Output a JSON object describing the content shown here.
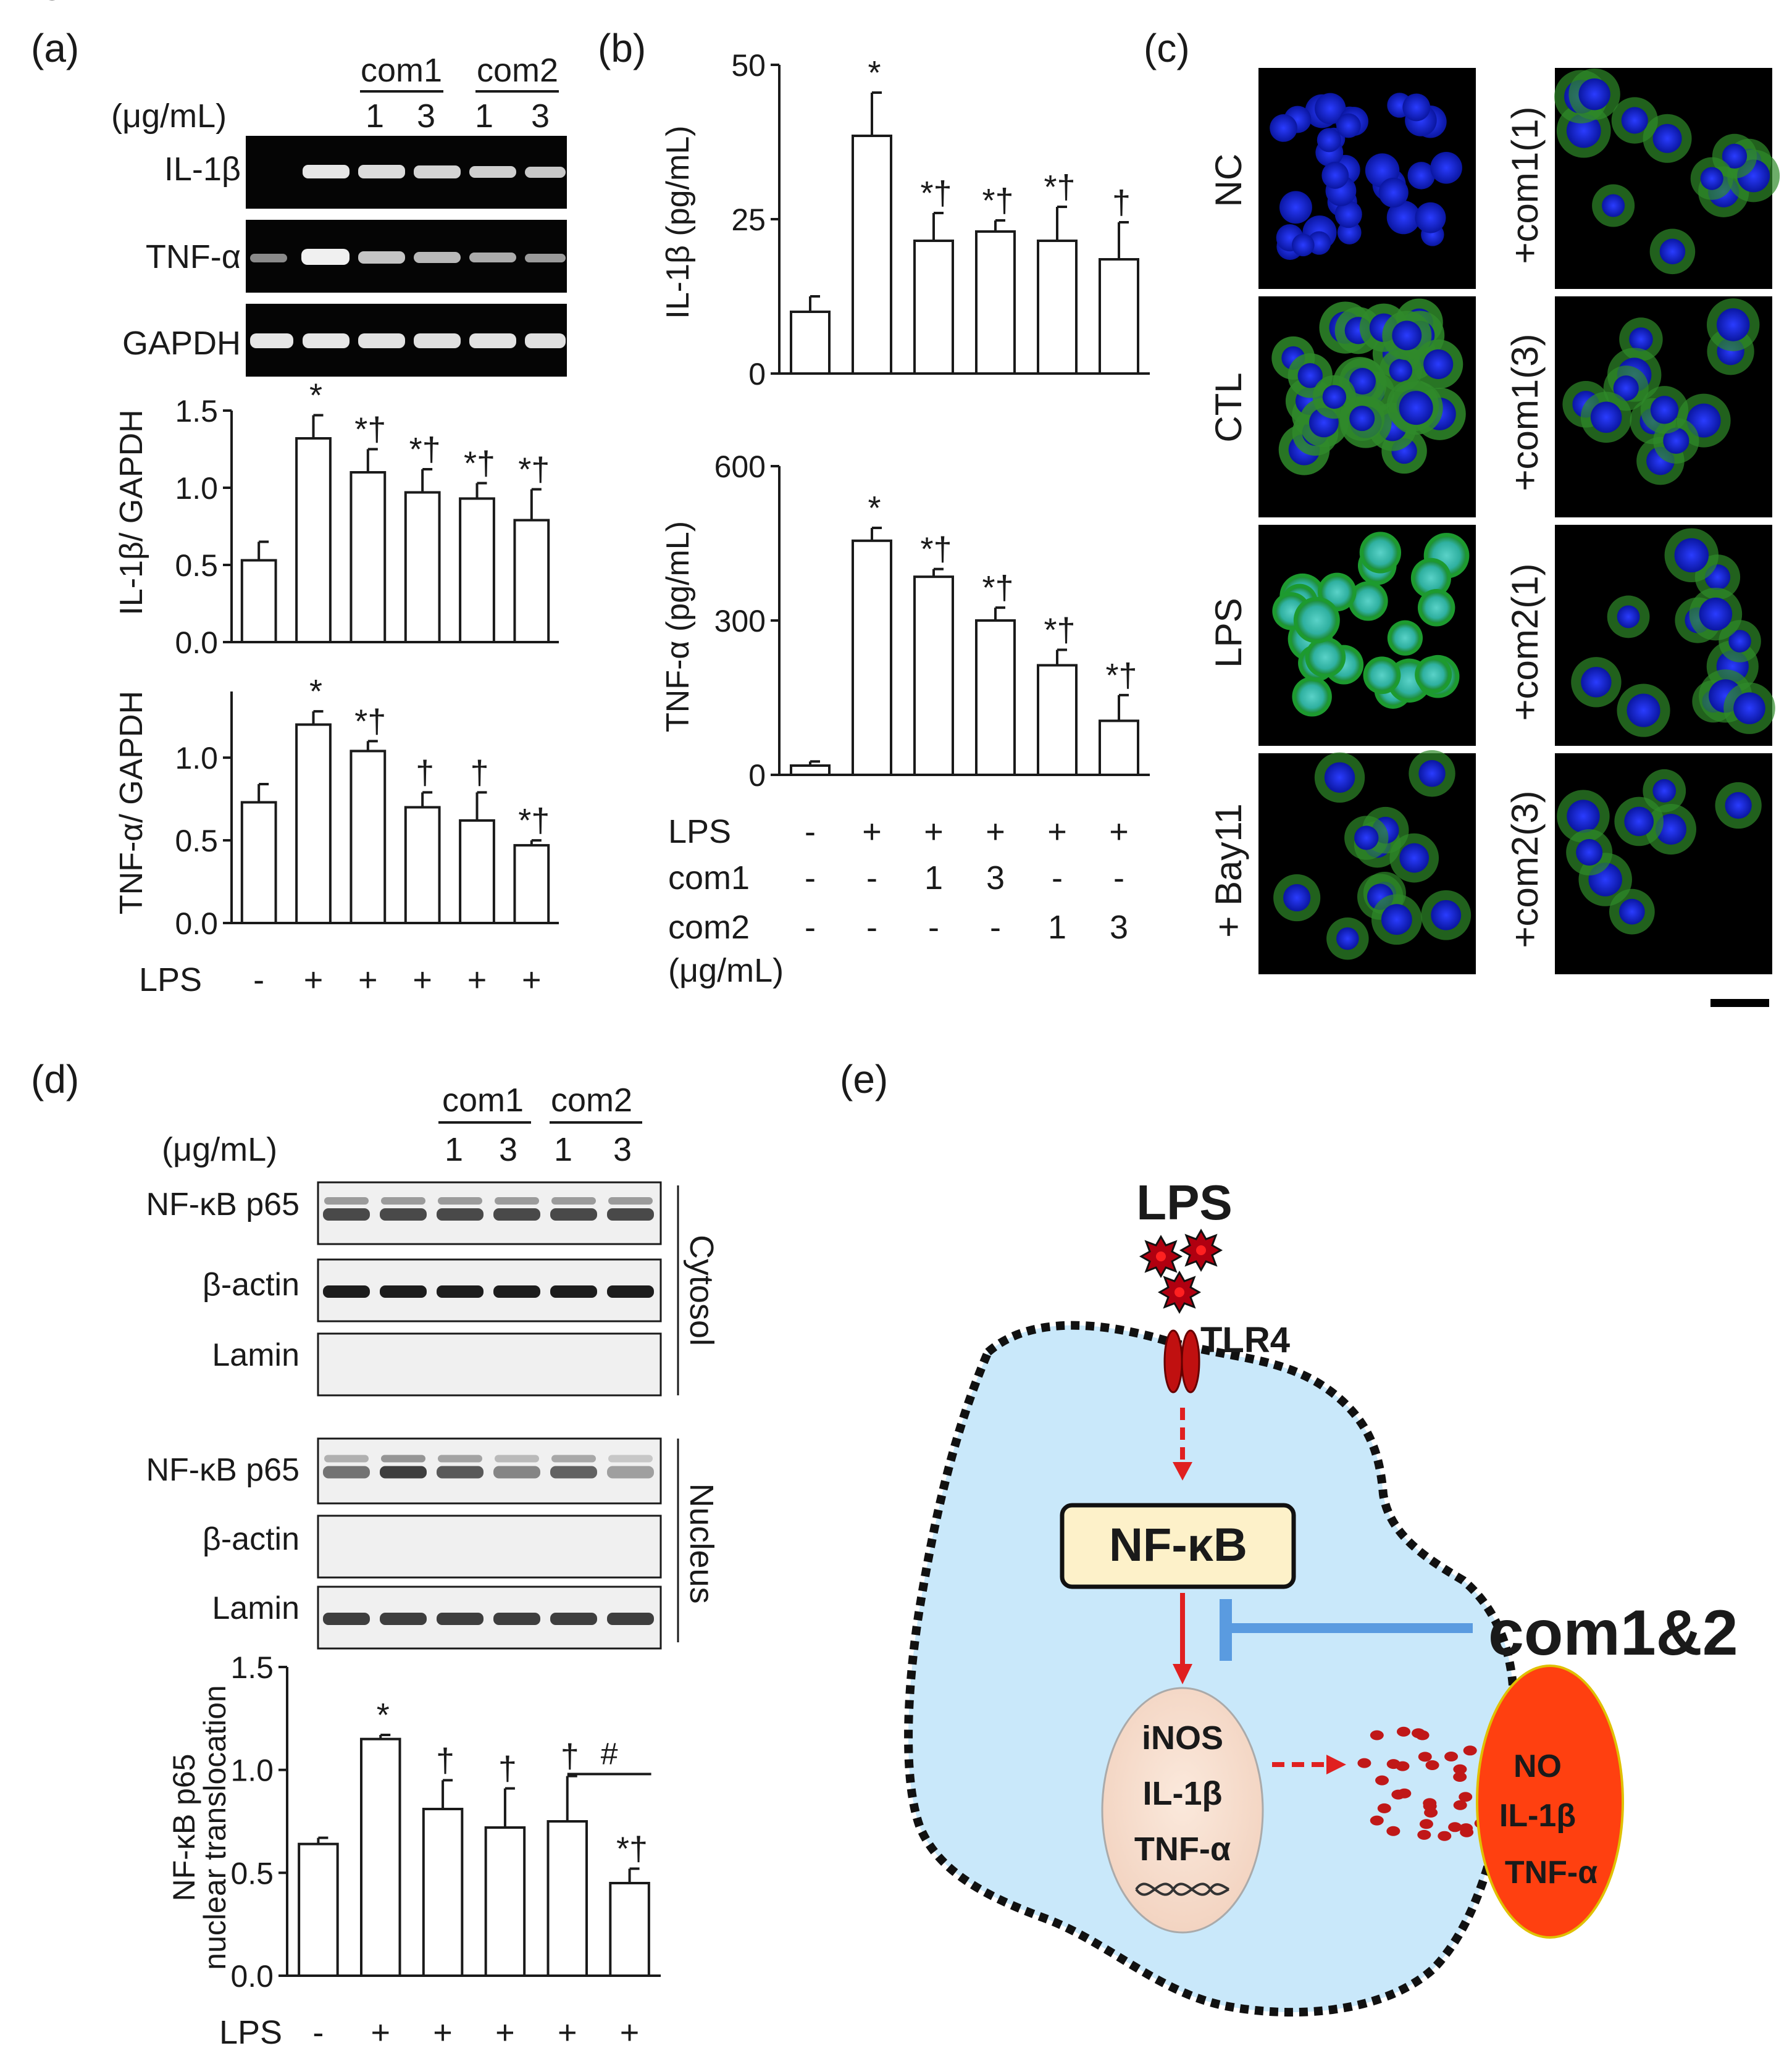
{
  "panels": {
    "a": {
      "label": "(a)",
      "group_labels": [
        "com1",
        "com2"
      ],
      "conc_unit": "(μg/mL)",
      "conc_values": [
        "1",
        "3",
        "1",
        "3"
      ],
      "gel_rows": [
        "IL-1β",
        "TNF-α",
        "GAPDH"
      ]
    },
    "b": {
      "label": "(b)"
    },
    "c": {
      "label": "(c)",
      "left_labels": [
        "NC",
        "CTL",
        "LPS",
        "+ Bay11"
      ],
      "right_labels": [
        "+com1(1)",
        "+com1(3)",
        "+com2(1)",
        "+com2(3)"
      ]
    },
    "d": {
      "label": "(d)",
      "group_labels": [
        "com1",
        "com2"
      ],
      "conc_unit": "(μg/mL)",
      "conc_values": [
        "1",
        "3",
        "1",
        "3"
      ],
      "blot_rows_cytosol": [
        "NF-κB p65",
        "β-actin",
        "Lamin"
      ],
      "blot_rows_nucleus": [
        "NF-κB p65",
        "β-actin",
        "Lamin"
      ],
      "fraction_labels": [
        "Cytosol",
        "Nucleus"
      ]
    },
    "e": {
      "label": "(e)",
      "lps": "LPS",
      "receptor": "TLR4",
      "nfkb": "NF-κB",
      "inhibitor": "com1&2",
      "nucleus_genes": [
        "iNOS",
        "IL-1β",
        "TNF-α"
      ],
      "secreted": [
        "NO",
        "IL-1β",
        "TNF-α"
      ]
    }
  },
  "chart_data": [
    {
      "id": "a_il1b",
      "type": "bar",
      "ylabel": "IL-1β/ GAPDH",
      "ylim": [
        0,
        1.5
      ],
      "yticks": [
        "0.0",
        "0.5",
        "1.0",
        "1.5"
      ],
      "values": [
        0.53,
        1.32,
        1.1,
        0.97,
        0.93,
        0.79
      ],
      "errors": [
        0.12,
        0.15,
        0.15,
        0.15,
        0.1,
        0.2
      ],
      "sig": [
        "",
        "*",
        "*†",
        "*†",
        "*†",
        "*†"
      ],
      "treatment_rows": [
        {
          "label": "LPS",
          "values": [
            "-",
            "+",
            "+",
            "+",
            "+",
            "+"
          ]
        }
      ]
    },
    {
      "id": "a_tnfa",
      "type": "bar",
      "ylabel": "TNF-α/ GAPDH",
      "ylim": [
        0,
        1.4
      ],
      "yticks": [
        "0.0",
        "0.5",
        "1.0"
      ],
      "values": [
        0.73,
        1.2,
        1.04,
        0.7,
        0.62,
        0.47
      ],
      "errors": [
        0.11,
        0.08,
        0.06,
        0.09,
        0.17,
        0.03
      ],
      "sig": [
        "",
        "*",
        "*†",
        "†",
        "†",
        "*†"
      ],
      "treatment_rows": [
        {
          "label": "LPS",
          "values": [
            "-",
            "+",
            "+",
            "+",
            "+",
            "+"
          ]
        }
      ]
    },
    {
      "id": "b_il1b",
      "type": "bar",
      "ylabel": "IL-1β (pg/mL)",
      "ylim": [
        0,
        50
      ],
      "yticks": [
        "0",
        "25",
        "50"
      ],
      "values": [
        10,
        38.5,
        21.5,
        23,
        21.5,
        18.5
      ],
      "errors": [
        2.5,
        7,
        4.5,
        1.8,
        5.5,
        6
      ],
      "sig": [
        "",
        "*",
        "*†",
        "*†",
        "*†",
        "†"
      ]
    },
    {
      "id": "b_tnfa",
      "type": "bar",
      "ylabel": "TNF-α (pg/mL)",
      "ylim": [
        0,
        600
      ],
      "yticks": [
        "0",
        "300",
        "600"
      ],
      "values": [
        18,
        455,
        385,
        300,
        213,
        105
      ],
      "errors": [
        8,
        25,
        15,
        25,
        30,
        50
      ],
      "sig": [
        "",
        "*",
        "*†",
        "*†",
        "*†",
        "*†"
      ],
      "treatment_rows": [
        {
          "label": "LPS",
          "values": [
            "-",
            "+",
            "+",
            "+",
            "+",
            "+"
          ]
        },
        {
          "label": "com1",
          "values": [
            "-",
            "-",
            "1",
            "3",
            "-",
            "-"
          ]
        },
        {
          "label": "com2",
          "values": [
            "-",
            "-",
            "-",
            "-",
            "1",
            "3"
          ]
        },
        {
          "label": "(μg/mL)",
          "values": [
            "",
            "",
            "",
            "",
            "",
            ""
          ]
        }
      ]
    },
    {
      "id": "d_nfkb",
      "type": "bar",
      "ylabel": [
        "NF-κB p65",
        "nuclear translocation"
      ],
      "ylim": [
        0,
        1.5
      ],
      "yticks": [
        "0.0",
        "0.5",
        "1.0",
        "1.5"
      ],
      "values": [
        0.64,
        1.15,
        0.81,
        0.72,
        0.75,
        0.45
      ],
      "errors": [
        0.03,
        0.02,
        0.14,
        0.19,
        0.22,
        0.07
      ],
      "sig": [
        "",
        "*",
        "†",
        "†",
        "†",
        "*†"
      ],
      "bracket": {
        "from": 4,
        "to": 5,
        "label": "#"
      },
      "treatment_rows": [
        {
          "label": "LPS",
          "values": [
            "-",
            "+",
            "+",
            "+",
            "+",
            "+"
          ]
        }
      ]
    }
  ]
}
